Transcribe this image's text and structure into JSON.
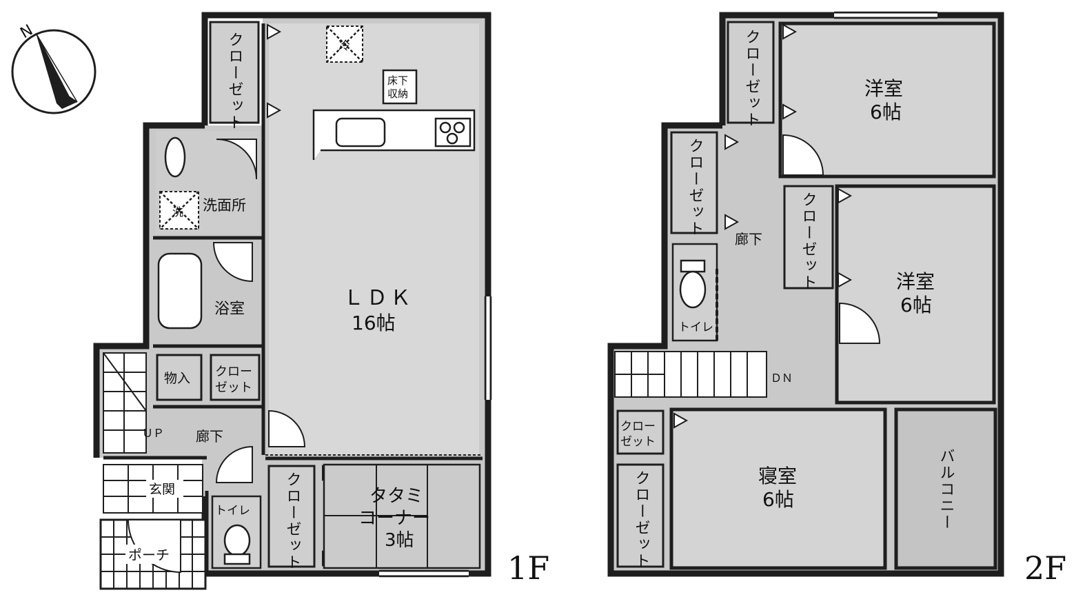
{
  "compass": {
    "north_label": "N"
  },
  "floor1": {
    "floor_label": "1F",
    "ldk": {
      "name": "ＬＤＫ",
      "size": "16帖"
    },
    "tatami": {
      "name_line1": "タタミ",
      "name_line2": "コーナー",
      "size": "3帖"
    },
    "washroom": "洗面所",
    "bath": "浴室",
    "storage": "物入",
    "closet_small": [
      "クロー",
      "ゼット"
    ],
    "closet_vertical": "クローゼット",
    "hallway": "廊下",
    "up": "ＵＰ",
    "entrance": "玄関",
    "porch": "ポーチ",
    "toilet": "トイレ",
    "underfloor_storage": [
      "床下",
      "収納"
    ],
    "fridge_mark": "冷",
    "washer_mark": "洗"
  },
  "floor2": {
    "floor_label": "2F",
    "room_a": {
      "name": "洋室",
      "size": "6帖"
    },
    "room_b": {
      "name": "洋室",
      "size": "6帖"
    },
    "bedroom": {
      "name": "寝室",
      "size": "6帖"
    },
    "balcony": "バルコニー",
    "hallway": "廊下",
    "toilet": "トイレ",
    "down": "ＤＮ",
    "closet_vertical": "クローゼット",
    "closet_small": [
      "クロー",
      "ゼット"
    ]
  },
  "colors": {
    "floor_fill": "#c9c9c9",
    "wall": "#1e1e1e",
    "background": "#ffffff"
  }
}
